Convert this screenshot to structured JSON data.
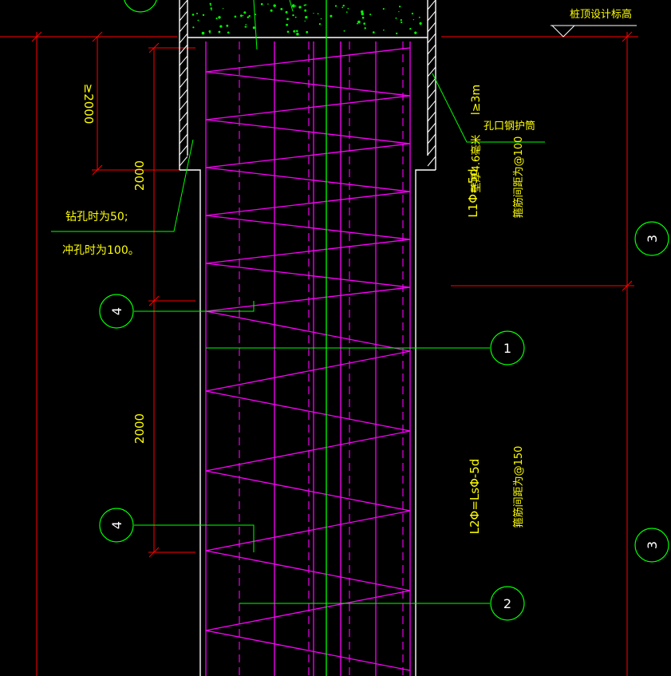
{
  "colors": {
    "background": "#000000",
    "pile_outline": "#ffffff",
    "reinforcement": "#ff00ff",
    "leader_lines": "#00ff00",
    "dimension_lines": "#ff0000",
    "annotation_text": "#ffff00",
    "concrete_fill": "#00ff00"
  },
  "labels": {
    "top_elevation": "桩顶设计标高",
    "casing_length": "l≥3m",
    "casing_name": "孔口钢护筒",
    "casing_wall": "壁厚4.6毫米",
    "drill_note": "钻孔时为50;",
    "punch_note": "冲孔时为100。",
    "l1_formula": "L1Φ=5d",
    "l1_stirrup": "箍筋间距为@100",
    "l2_formula": "L2Φ=LsΦ-5d",
    "l2_stirrup": "箍筋间距为@150"
  },
  "dimensions": {
    "casing_min": "≥2000",
    "upper_zone": "2000",
    "lower_zone": "2000"
  },
  "callouts": {
    "part_1": "1",
    "part_2": "2",
    "part_3_upper": "3",
    "part_3_lower": "3",
    "part_4_upper": "4",
    "part_4_lower": "4"
  }
}
